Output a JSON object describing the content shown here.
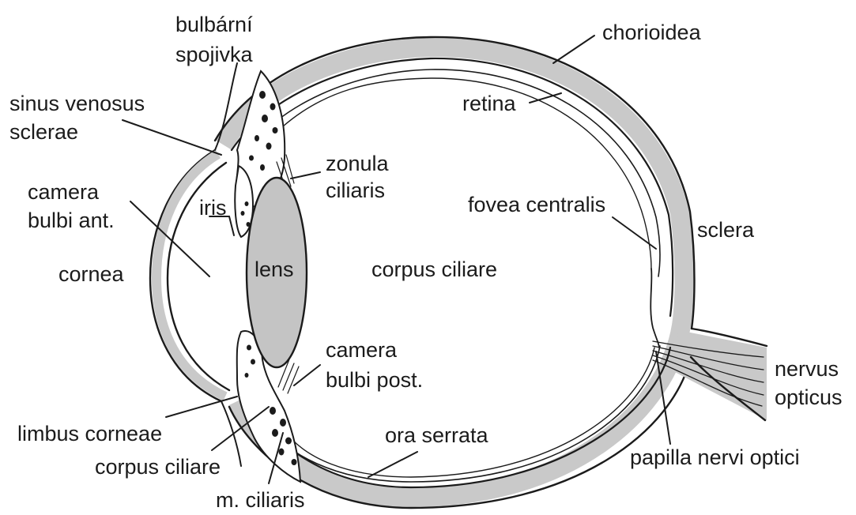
{
  "diagram": {
    "labels": {
      "bulbarni_1": "bulbární",
      "bulbarni_2": "spojivka",
      "chorioidea": "chorioidea",
      "sinus_1": "sinus venosus",
      "sinus_2": "sclerae",
      "retina": "retina",
      "zonula_1": "zonula",
      "zonula_2": "ciliaris",
      "camera_ant_1": "camera",
      "camera_ant_2": "bulbi ant.",
      "iris": "iris",
      "fovea": "fovea centralis",
      "sclera": "sclera",
      "lens": "lens",
      "cornea": "cornea",
      "corpus_center": "corpus ciliare",
      "camera_post_1": "camera",
      "camera_post_2": "bulbi post.",
      "nervus_1": "nervus",
      "nervus_2": "opticus",
      "limbus": "limbus corneae",
      "corpus_bottom": "corpus ciliare",
      "ora": "ora serrata",
      "papilla": "papilla nervi optici",
      "ciliaris": "m. ciliaris"
    },
    "colors": {
      "ink": "#1b1b1b",
      "tissue": "#c9c9c9",
      "lens_fill": "#c4c4c4",
      "background": "#ffffff"
    }
  }
}
